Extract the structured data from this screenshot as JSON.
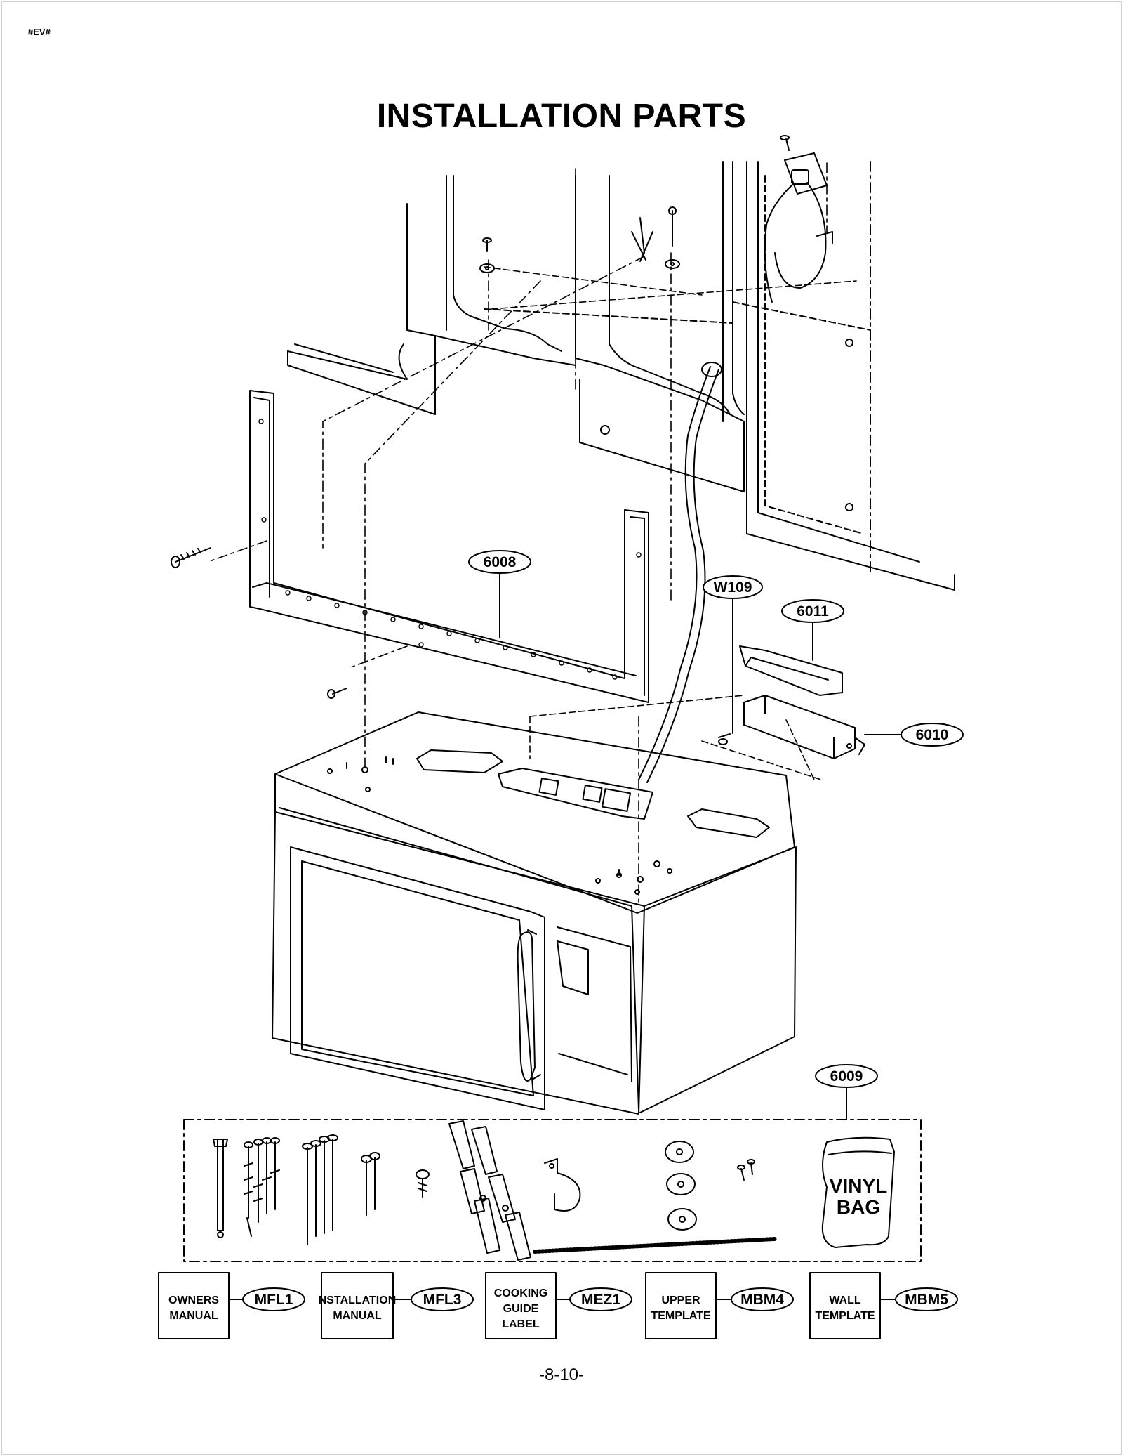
{
  "header": {
    "code": "#EV#",
    "title": "INSTALLATION PARTS"
  },
  "callouts": {
    "6008": "6008",
    "W109": "W109",
    "6011": "6011",
    "6010": "6010",
    "6009": "6009"
  },
  "vinyl_bag": {
    "line1": "VINYL",
    "line2": "BAG"
  },
  "documents": [
    {
      "lines": [
        "OWNERS",
        "MANUAL"
      ],
      "code": "MFL1"
    },
    {
      "lines": [
        "NSTALLATION",
        "MANUAL"
      ],
      "code": "MFL3"
    },
    {
      "lines": [
        "COOKING",
        "GUIDE",
        "LABEL"
      ],
      "code": "MEZ1"
    },
    {
      "lines": [
        "UPPER",
        "TEMPLATE"
      ],
      "code": "MBM4"
    },
    {
      "lines": [
        "WALL",
        "TEMPLATE"
      ],
      "code": "MBM5"
    }
  ],
  "footer": {
    "page_number": "-8-10-"
  },
  "icons": [
    "screw-icon",
    "toggle-bolt-icon",
    "washer-icon",
    "power-plug-icon",
    "cable-clamp-icon",
    "spring-icon"
  ]
}
